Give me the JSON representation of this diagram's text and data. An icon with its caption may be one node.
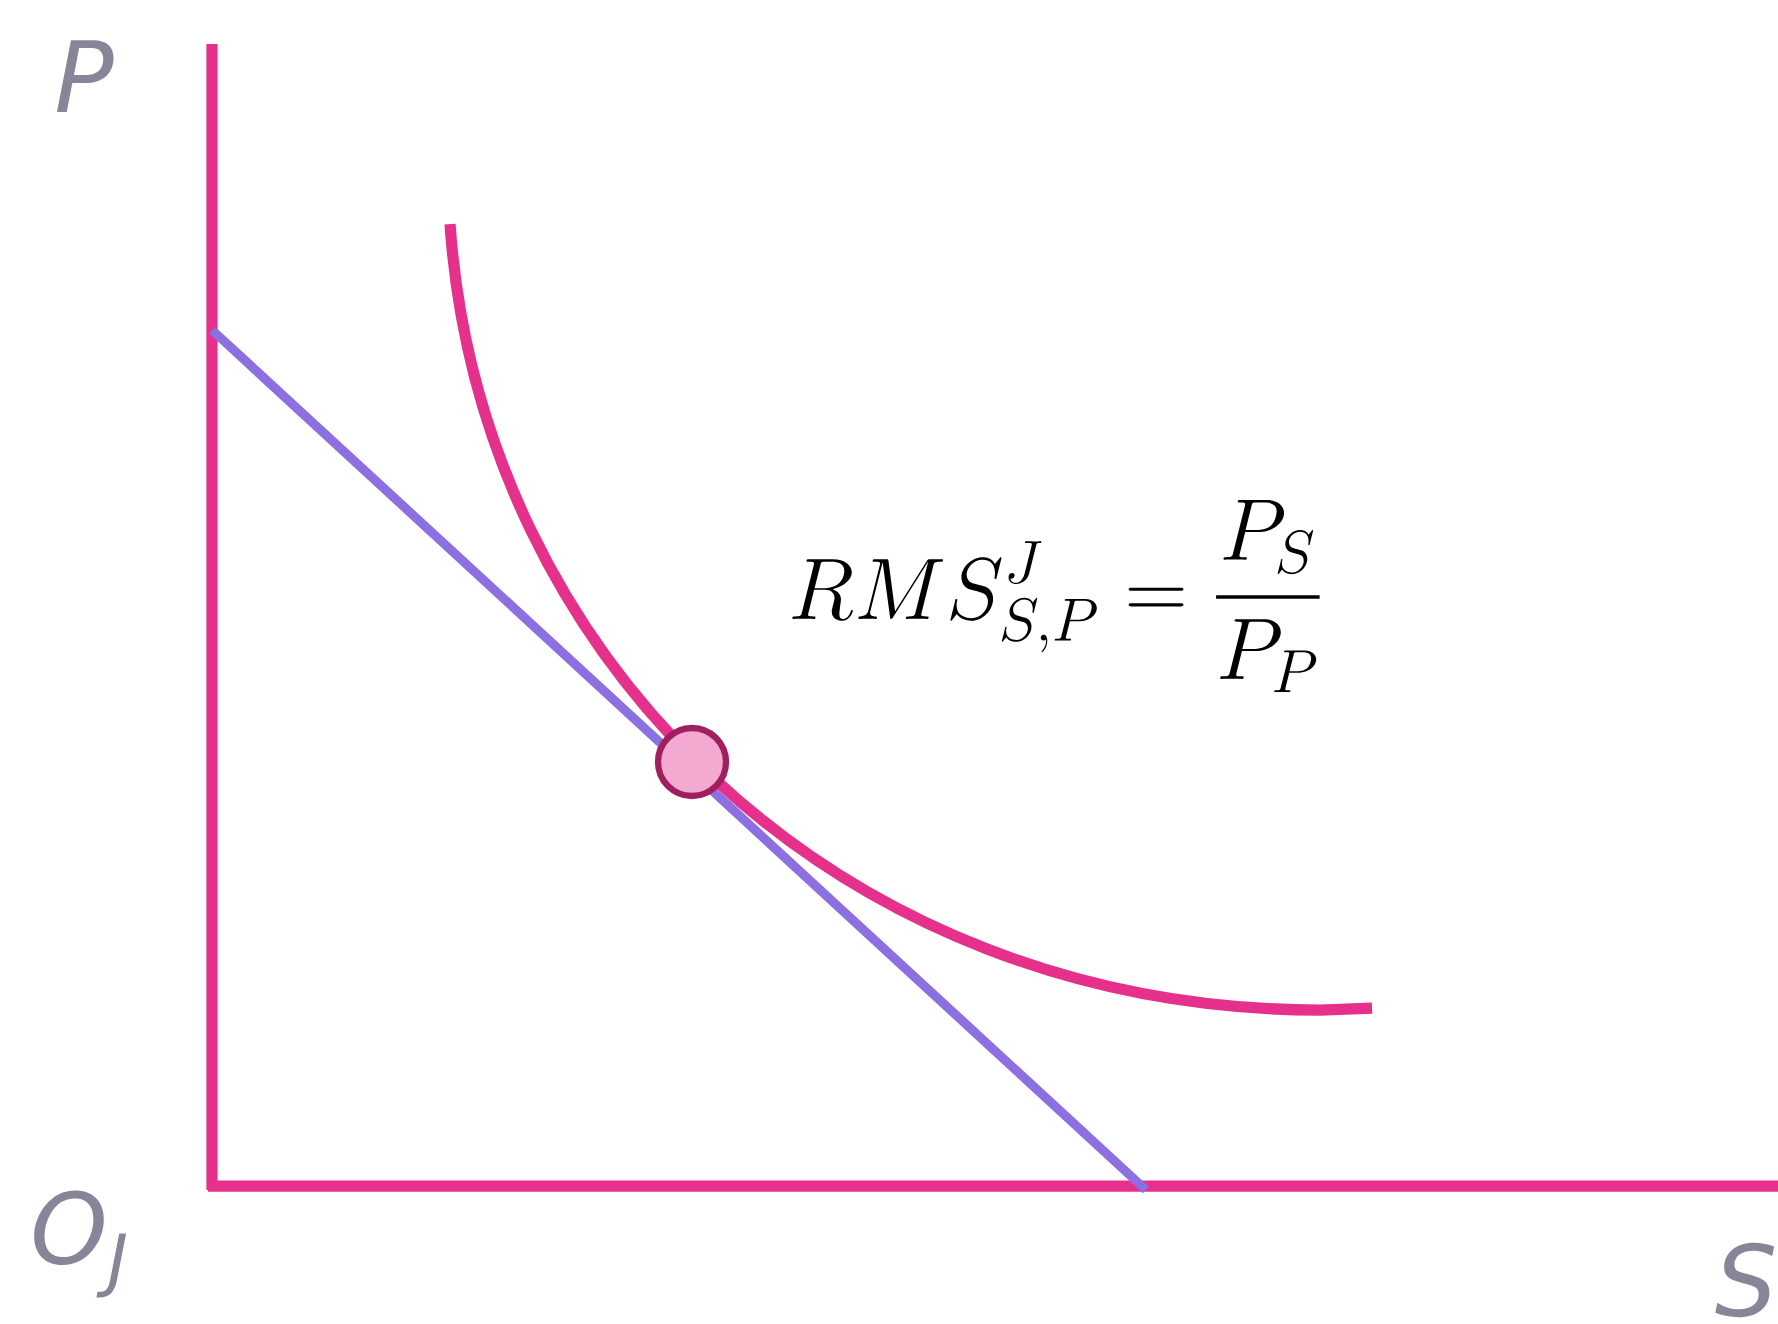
{
  "diagram": {
    "labels": [
      "P",
      "O$_{J}$",
      "S",
      "RMS^{J}_{S,P} = \\frac{P_S}{P_P}"
    ]
  }
}
